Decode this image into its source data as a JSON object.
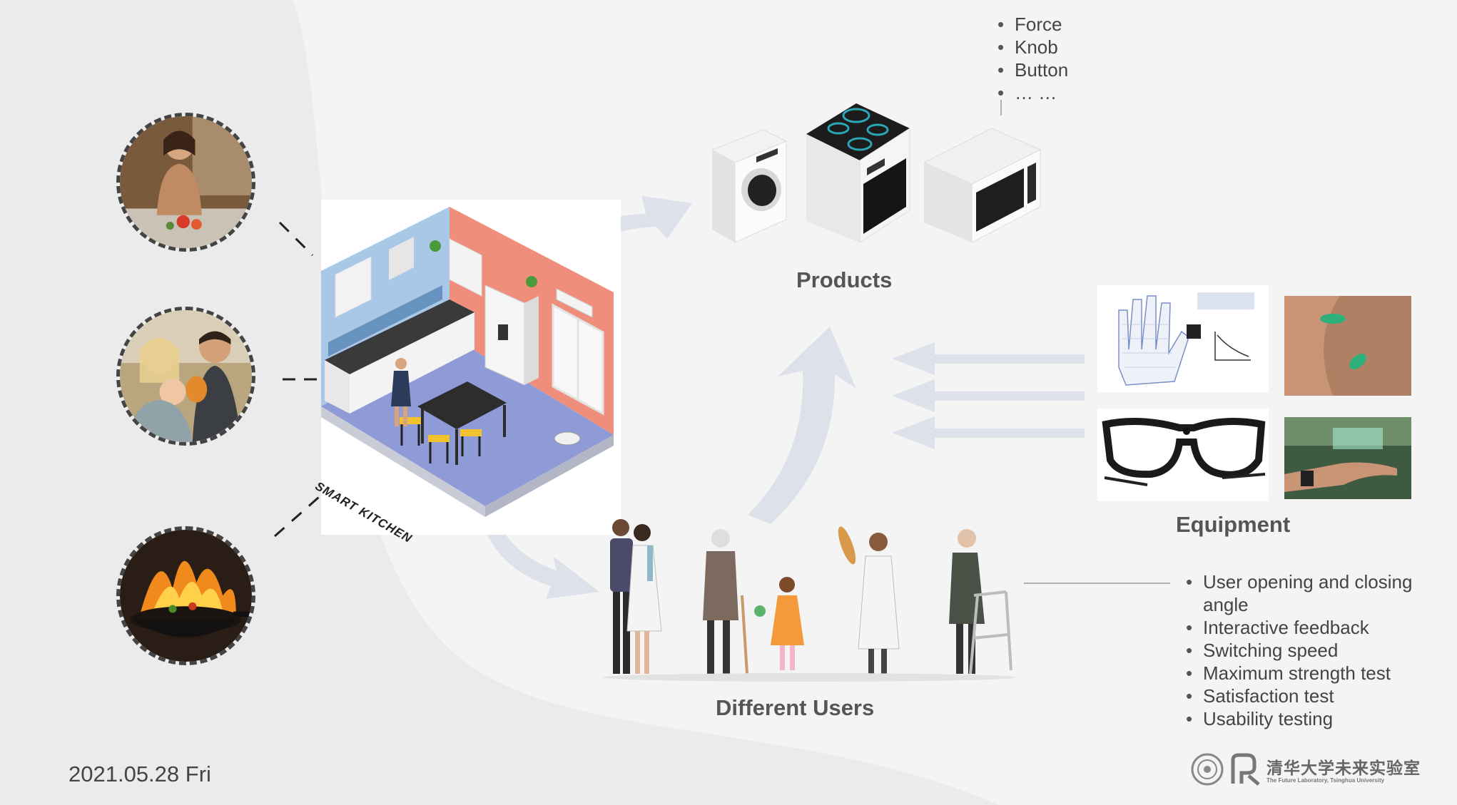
{
  "labels": {
    "products": "Products",
    "equipment": "Equipment",
    "users": "Different Users",
    "kitchen_sign": "SMART KITCHEN"
  },
  "control_types": [
    "Force",
    "Knob",
    "Button",
    "… …"
  ],
  "test_features": [
    "User opening and closing angle",
    "Interactive feedback",
    "Switching speed",
    "Maximum strength test",
    "Satisfaction test",
    "Usability testing"
  ],
  "footer": {
    "date": "2021.05.28 Fri",
    "lab_name": "清华大学未来实验室",
    "lab_subtitle": "The Future Laboratory, Tsinghua University"
  },
  "colors": {
    "arrow": "#dde1ea",
    "dash": "#222222",
    "label_text": "#555555",
    "kitchen_wall_left": "#a9c7e6",
    "kitchen_wall_right": "#ef8f7b",
    "kitchen_floor": "#8f9bd6"
  },
  "icons": [
    "washing-machine-icon",
    "oven-icon",
    "microwave-icon",
    "glove-sensor-icon",
    "eye-tracking-glasses-icon"
  ]
}
